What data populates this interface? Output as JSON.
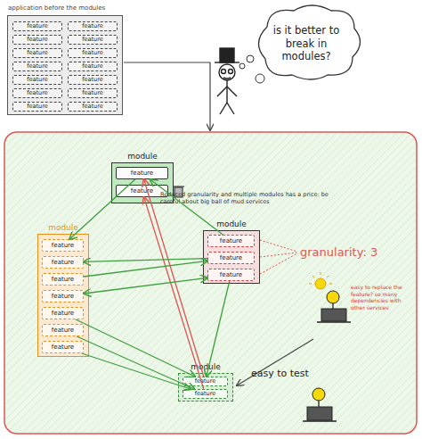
{
  "diagram": {
    "nodes": [
      {
        "text": [
          "application before the modules"
        ]
      },
      {
        "text": [
          "feature"
        ],
        "in": 0
      },
      {
        "text": [
          "feature"
        ],
        "in": 0
      },
      {
        "text": [
          "feature"
        ],
        "in": 0
      },
      {
        "text": [
          "feature"
        ],
        "in": 0
      },
      {
        "text": [
          "feature"
        ],
        "in": 0
      },
      {
        "text": [
          "feature"
        ],
        "in": 0
      },
      {
        "text": [
          "feature"
        ],
        "in": 0
      },
      {
        "text": [
          "feature"
        ],
        "in": 0
      },
      {
        "text": [
          "feature"
        ],
        "in": 0
      },
      {
        "text": [
          "feature"
        ],
        "in": 0
      },
      {
        "text": [
          "feature"
        ],
        "in": 0
      },
      {
        "text": [
          "feature"
        ],
        "in": 0
      },
      {
        "text": [
          "feature"
        ],
        "in": 0
      },
      {
        "text": [
          "feature"
        ],
        "in": 0
      },
      {
        "text": [
          "is it better to break in modules?"
        ]
      },
      {
        "text": [
          "module"
        ]
      },
      {
        "text": [
          "feature"
        ],
        "in": 16
      },
      {
        "text": [
          "feature"
        ],
        "in": 16
      },
      {
        "text": [
          "module"
        ]
      },
      {
        "text": [
          "feature"
        ],
        "in": 19
      },
      {
        "text": [
          "feature"
        ],
        "in": 19
      },
      {
        "text": [
          "feature"
        ],
        "in": 19
      },
      {
        "text": [
          "module"
        ]
      },
      {
        "text": [
          "feature"
        ],
        "in": 23
      },
      {
        "text": [
          "feature"
        ],
        "in": 23
      },
      {
        "text": [
          "feature"
        ],
        "in": 23
      },
      {
        "text": [
          "feature"
        ],
        "in": 23
      },
      {
        "text": [
          "feature"
        ],
        "in": 23
      },
      {
        "text": [
          "feature"
        ],
        "in": 23
      },
      {
        "text": [
          "feature"
        ],
        "in": 23
      },
      {
        "text": [
          "module"
        ]
      },
      {
        "text": [
          "feature"
        ],
        "in": 31
      },
      {
        "text": [
          "feature"
        ],
        "in": 31
      }
    ],
    "edges": [
      {
        "from": 17,
        "to": 24,
        "arrow": "to"
      },
      {
        "from": 20,
        "to": 17,
        "arrow": "to"
      },
      {
        "from": 32,
        "to": 17,
        "arrow": "to"
      },
      {
        "from": 33,
        "to": 18,
        "arrow": "to"
      },
      {
        "from": 21,
        "to": 25,
        "arrow": "to"
      },
      {
        "from": 26,
        "to": 21,
        "arrow": "to"
      },
      {
        "from": 22,
        "to": 27,
        "arrow": "both"
      },
      {
        "from": 22,
        "to": 32,
        "arrow": "to"
      },
      {
        "from": 28,
        "to": 32,
        "arrow": "to"
      },
      {
        "from": 29,
        "to": 33,
        "arrow": "to"
      },
      {
        "from": 30,
        "to": 33,
        "arrow": "to"
      }
    ],
    "labels": [
      "Reduced granularity and multiple modules has a price: be careful about big ball of mud services",
      "granularity: 3",
      "easy to replace the feature? so many dependencies with other services",
      "easy to test"
    ]
  }
}
